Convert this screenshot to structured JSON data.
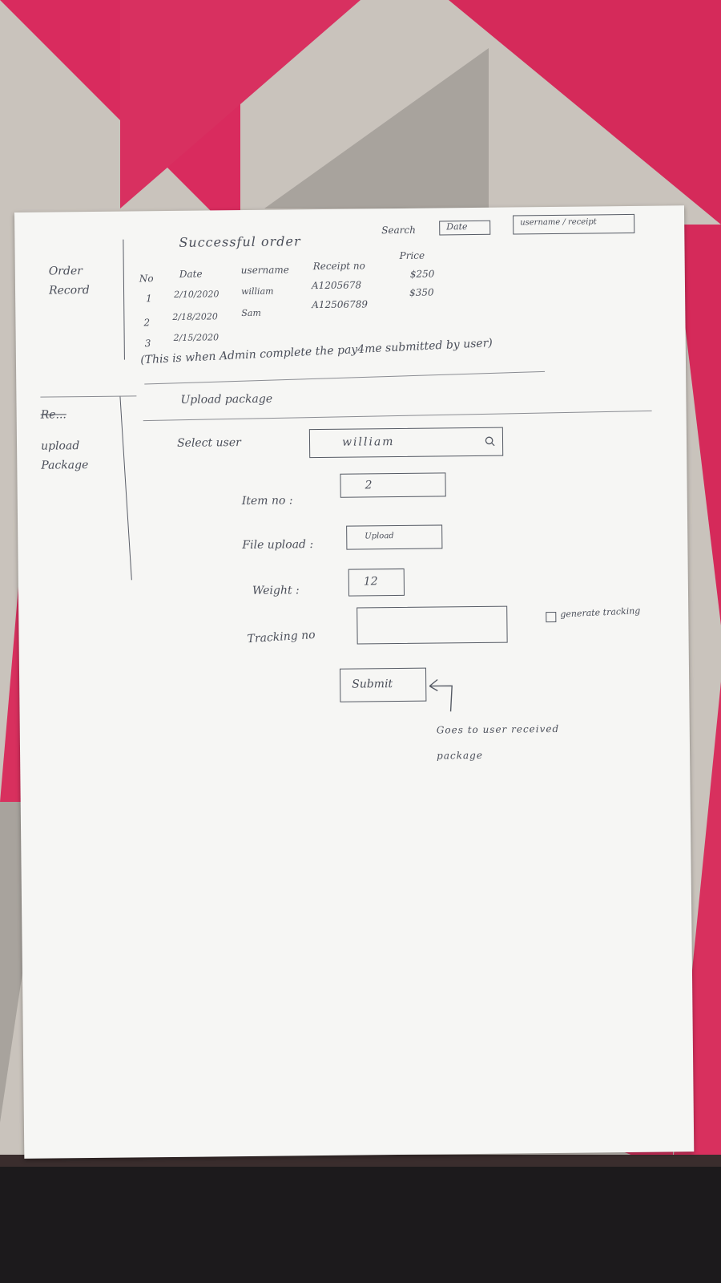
{
  "sidebar": {
    "order_record": "Order\nRecord",
    "scribbled": "Re...",
    "upload_package": "upload\nPackage"
  },
  "order_section": {
    "title": "Successful order",
    "search_label": "Search",
    "search_date_box": "Date",
    "search_user_box": "username / receipt",
    "columns": [
      "No",
      "Date",
      "username",
      "Receipt no",
      "Price"
    ],
    "rows": [
      {
        "no": "1",
        "date": "2/10/2020",
        "username": "william",
        "receipt": "A1205678",
        "price": "$250"
      },
      {
        "no": "2",
        "date": "2/18/2020",
        "username": "Sam",
        "receipt": "A12506789",
        "price": "$350"
      },
      {
        "no": "3",
        "date": "2/15/2020",
        "username": "",
        "receipt": "",
        "price": ""
      }
    ],
    "note": "(This is when Admin complete the pay4me submitted by user)"
  },
  "upload_section": {
    "title": "Upload package",
    "select_user_label": "Select user",
    "select_user_value": "william",
    "item_no_label": "Item no :",
    "item_no_value": "2",
    "file_upload_label": "File upload :",
    "file_upload_button": "Upload",
    "weight_label": "Weight :",
    "weight_value": "12",
    "tracking_label": "Tracking no",
    "tracking_value": "",
    "generate_label": "generate tracking",
    "submit_label": "Submit",
    "annotation": "Goes to user received\npackage"
  }
}
